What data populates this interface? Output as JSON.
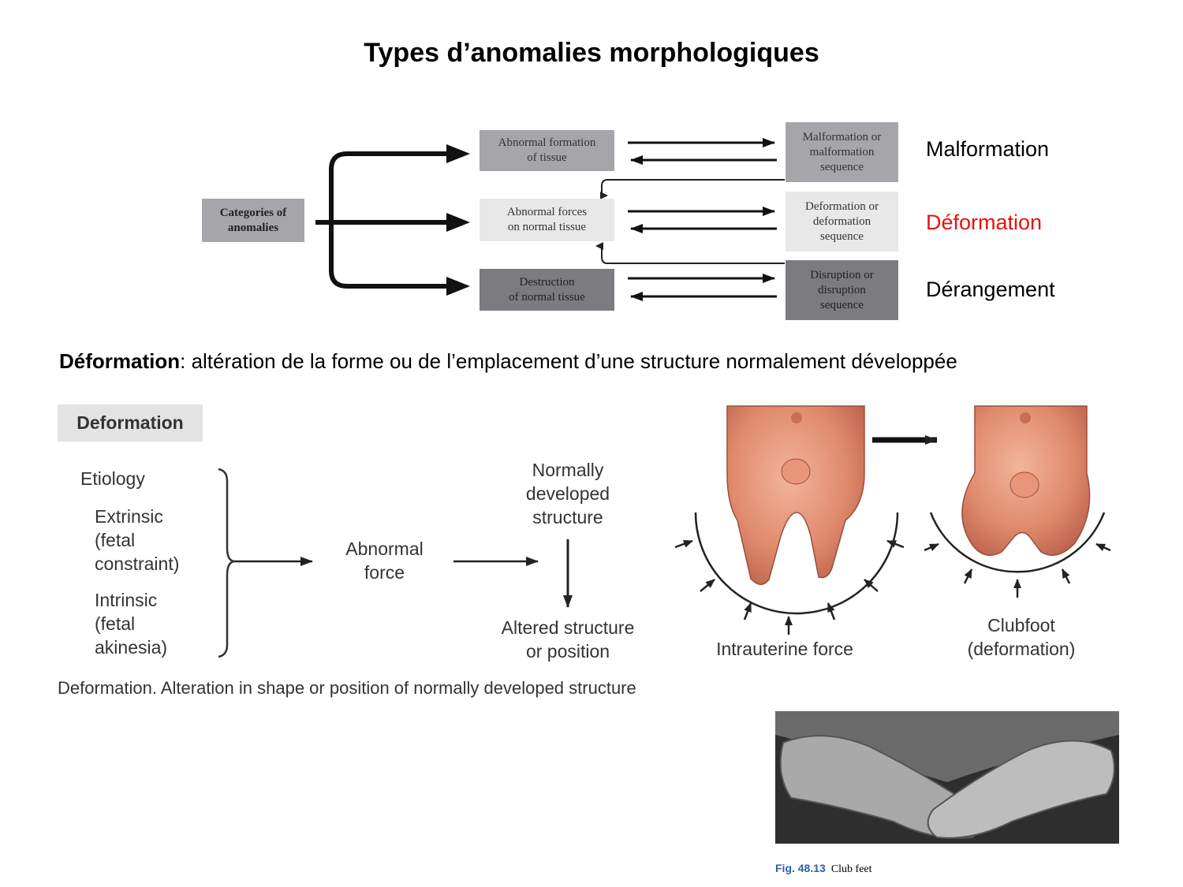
{
  "title": "Types d’anomalies morphologiques",
  "top_diagram": {
    "category": "Categories of\nanomalies",
    "causes": [
      "Abnormal formation\nof tissue",
      "Abnormal forces\non normal tissue",
      "Destruction\nof normal tissue"
    ],
    "outcomes": [
      "Malformation or\nmalformation\nsequence",
      "Deformation or\ndeformation\nsequence",
      "Disruption or\ndisruption\nsequence"
    ]
  },
  "side_labels": [
    "Malformation",
    "Déformation",
    "Dérangement"
  ],
  "colors": {
    "highlight": "#e8120c",
    "box_dark": "#a6a5aa",
    "box_light": "#e8e8e8"
  },
  "definition": {
    "term": "Déformation",
    "text": ": altération de la forme ou de l’emplacement d’une structure normalement développée"
  },
  "deformation_figure": {
    "header": "Deformation",
    "etiology": "Etiology",
    "extrinsic": "Extrinsic\n(fetal\nconstraint)",
    "intrinsic": "Intrinsic\n(fetal\nakinesia)",
    "abnormal_force": "Abnormal\nforce",
    "normal_structure": "Normally\ndeveloped\nstructure",
    "altered_structure": "Altered structure\nor position",
    "intrauterine_force": "Intrauterine force",
    "clubfoot": "Clubfoot\n(deformation)",
    "caption": "Deformation. Alteration in shape or position of normally developed structure"
  },
  "photo_caption": {
    "number": "Fig. 48.13",
    "text": "Club feet"
  }
}
